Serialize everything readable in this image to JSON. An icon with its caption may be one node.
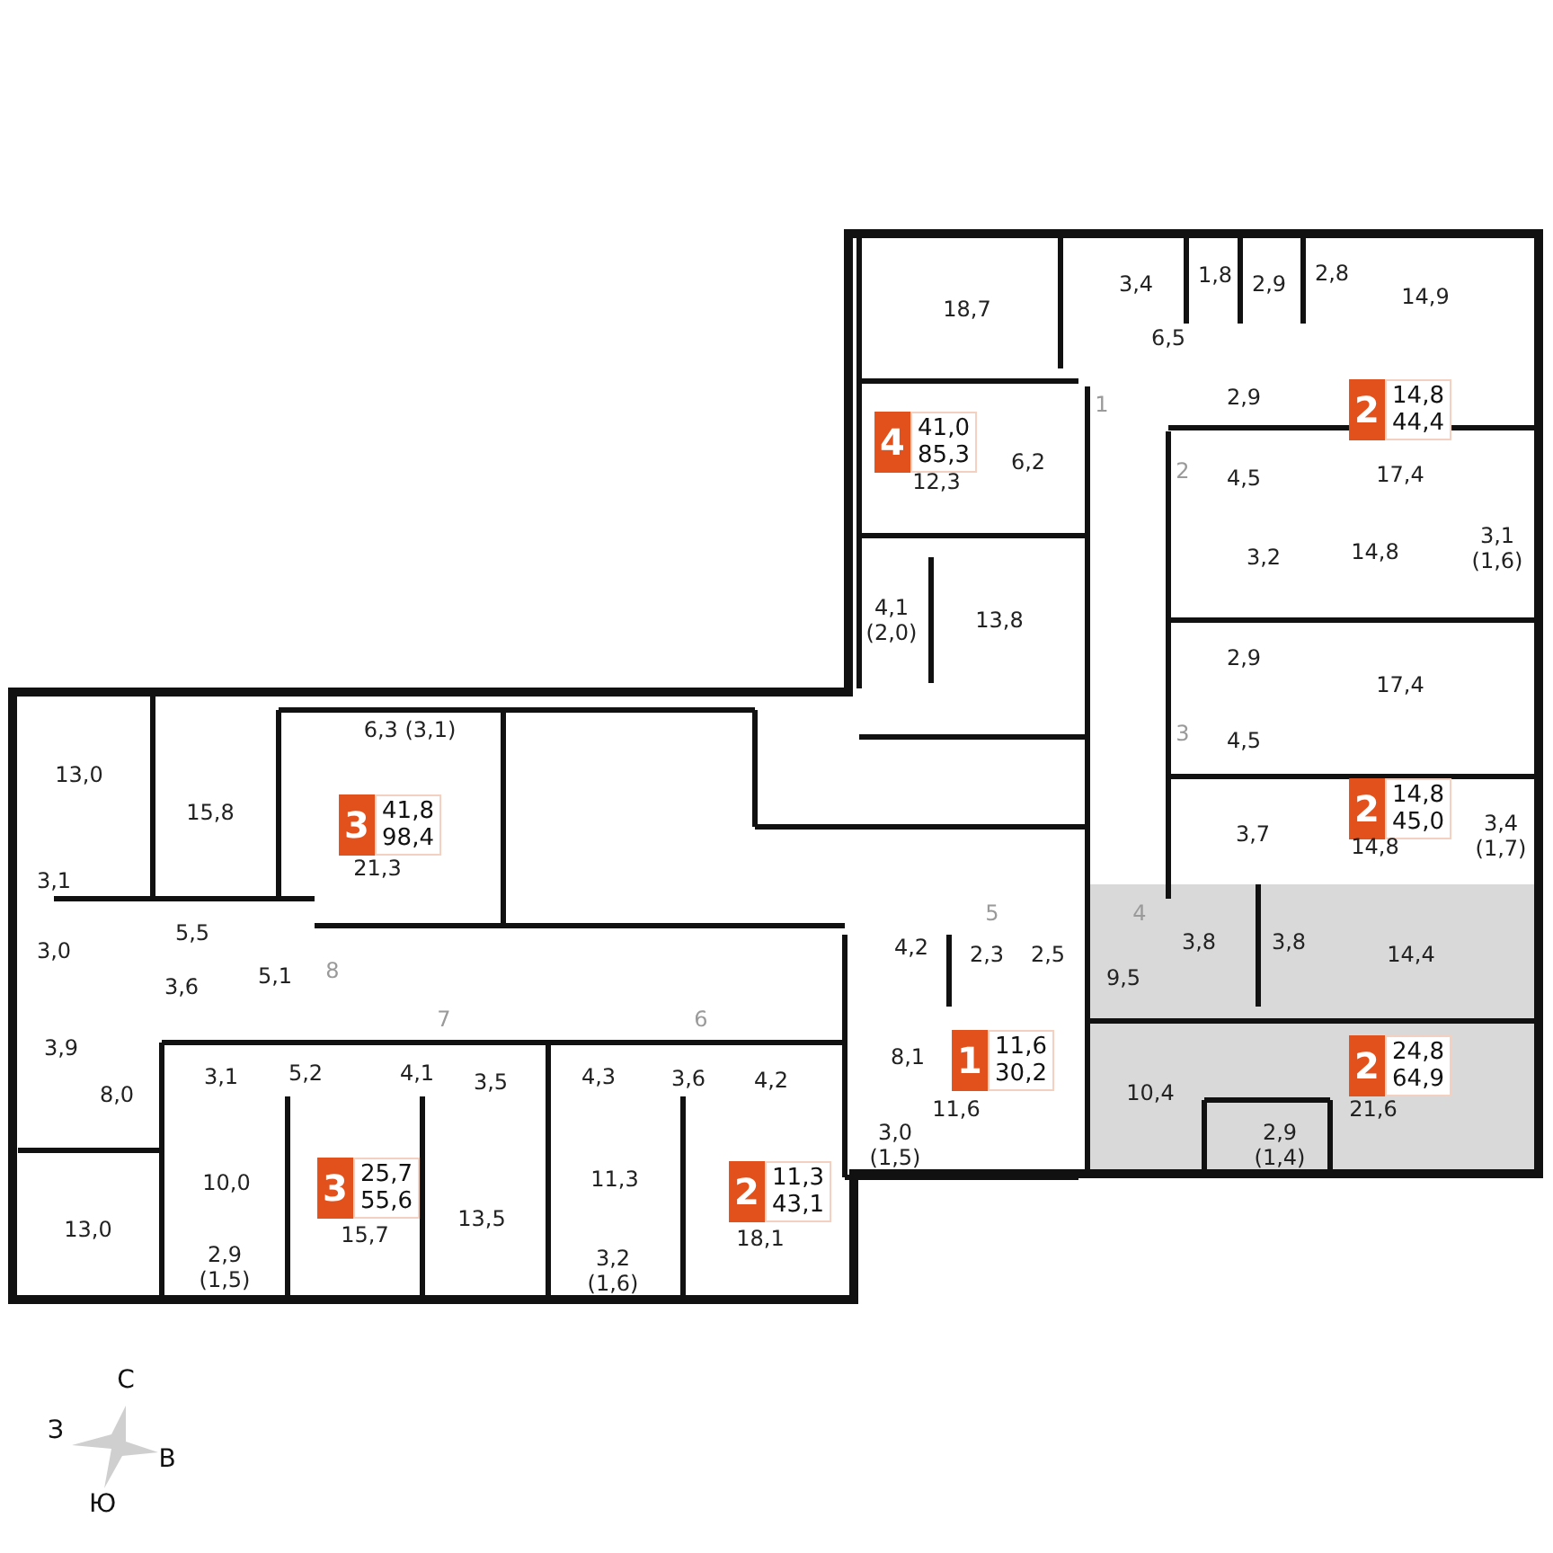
{
  "diagram": {
    "nodes": [
      {
        "text": [
          "4",
          "41,0",
          "85,3"
        ]
      },
      {
        "text": [
          "2",
          "14,8",
          "44,4"
        ]
      },
      {
        "text": [
          "3",
          "41,8",
          "98,4"
        ]
      },
      {
        "text": [
          "2",
          "14,8",
          "45,0"
        ]
      },
      {
        "text": [
          "1",
          "11,6",
          "30,2"
        ]
      },
      {
        "text": [
          "2",
          "24,8",
          "64,9"
        ]
      },
      {
        "text": [
          "3",
          "25,7",
          "55,6"
        ]
      },
      {
        "text": [
          "2",
          "11,3",
          "43,1"
        ]
      }
    ],
    "labels": [
      "3,4",
      "1,8",
      "2,9",
      "2,8",
      "18,7",
      "14,9",
      "6,5",
      "1",
      "2,9",
      "12,3",
      "6,2",
      "2",
      "4,5",
      "17,4",
      "3,2",
      "14,8",
      "3,1 (1,6)",
      "4,1 (2,0)",
      "13,8",
      "2,9",
      "17,4",
      "6,3 (3,1)",
      "3",
      "4,5",
      "13,0",
      "15,8",
      "3,7",
      "14,8",
      "3,4 (1,7)",
      "21,3",
      "3,1",
      "5",
      "4",
      "5,5",
      "3,0",
      "4,2",
      "2,3",
      "2,5",
      "3,8",
      "3,8",
      "14,4",
      "5,1",
      "8",
      "3,6",
      "9,5",
      "7",
      "6",
      "3,9",
      "8,1",
      "3,1",
      "5,2",
      "4,1",
      "3,5",
      "4,3",
      "3,6",
      "4,2",
      "8,0",
      "10,4",
      "11,6",
      "21,6",
      "3,0 (1,5)",
      "2,9 (1,4)",
      "10,0",
      "11,3",
      "13,5",
      "13,0",
      "15,7",
      "18,1",
      "2,9 (1,5)",
      "3,2 (1,6)",
      "С",
      "З",
      "В",
      "Ю"
    ]
  }
}
